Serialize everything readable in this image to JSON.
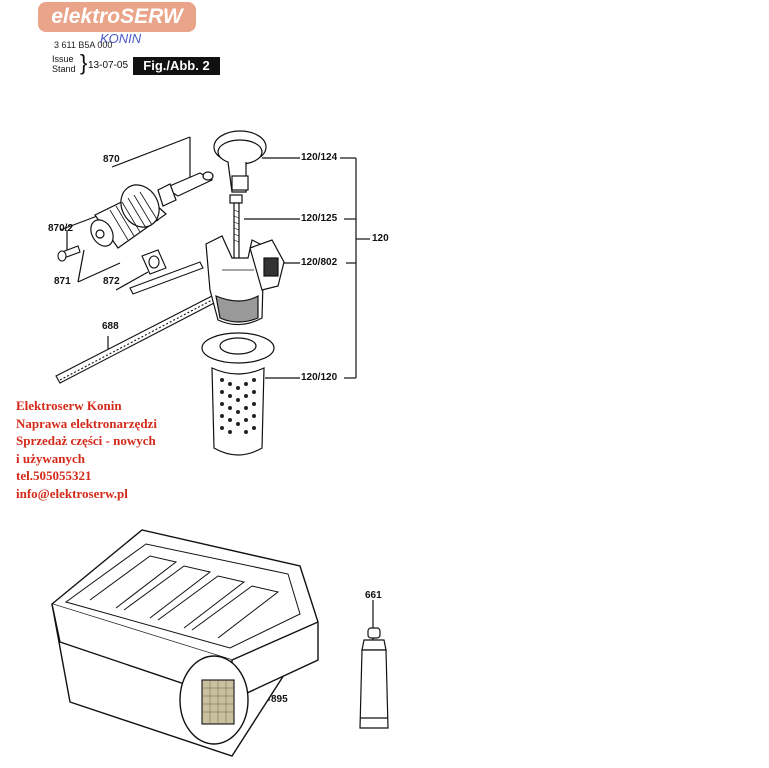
{
  "header": {
    "logo_text": "elektroSERW",
    "logo_sub": "KONIN",
    "doc_number": "3 611 B5A 000",
    "issue_label": "Issue\nStand",
    "date": "13-07-05",
    "figure_label": "Fig./Abb. 2"
  },
  "parts": {
    "p870": "870",
    "p870_2": "870/2",
    "p871": "871",
    "p872": "872",
    "p688": "688",
    "p120_124": "120/124",
    "p120_125": "120/125",
    "p120": "120",
    "p120_802": "120/802",
    "p120_120": "120/120",
    "p661": "661",
    "p895": "895"
  },
  "contact": {
    "line1": "Elektroserw Konin",
    "line2": "Naprawa elektronarzędzi",
    "line3": "Sprzedaż części - nowych",
    "line4": "i używanych",
    "line5": "tel.505055321",
    "line6": "info@elektroserw.pl"
  },
  "colors": {
    "logo_bg": "#e9a48a",
    "konin": "#4a59c8",
    "contact_text": "#d42a1a"
  }
}
